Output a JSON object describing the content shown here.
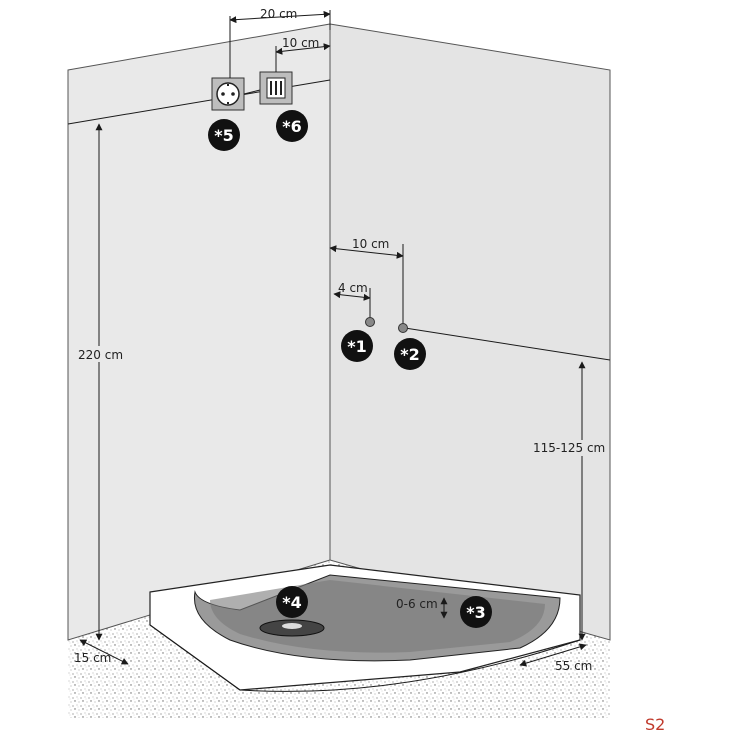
{
  "dimensions": {
    "socket_offset": "20 cm",
    "switch_offset": "10 cm",
    "outlet2_offset": "10 cm",
    "outlet1_offset": "4 cm",
    "ceiling_height": "220 cm",
    "connection_height": "115-125 cm",
    "drain_depth": "0-6 cm",
    "tray_height_left": "15 cm",
    "tray_height_right": "55 cm"
  },
  "markers": {
    "m1": "*1",
    "m2": "*2",
    "m3": "*3",
    "m4": "*4",
    "m5": "*5",
    "m6": "*6"
  },
  "icons": {
    "socket": "power-socket-icon",
    "switch": "switch-icon"
  },
  "corner_label": "S2",
  "colors": {
    "wall_left": "#e9e9e9",
    "wall_right": "#e4e4e4",
    "marker_fill": "#111111",
    "corner_label": "#c0392b"
  }
}
